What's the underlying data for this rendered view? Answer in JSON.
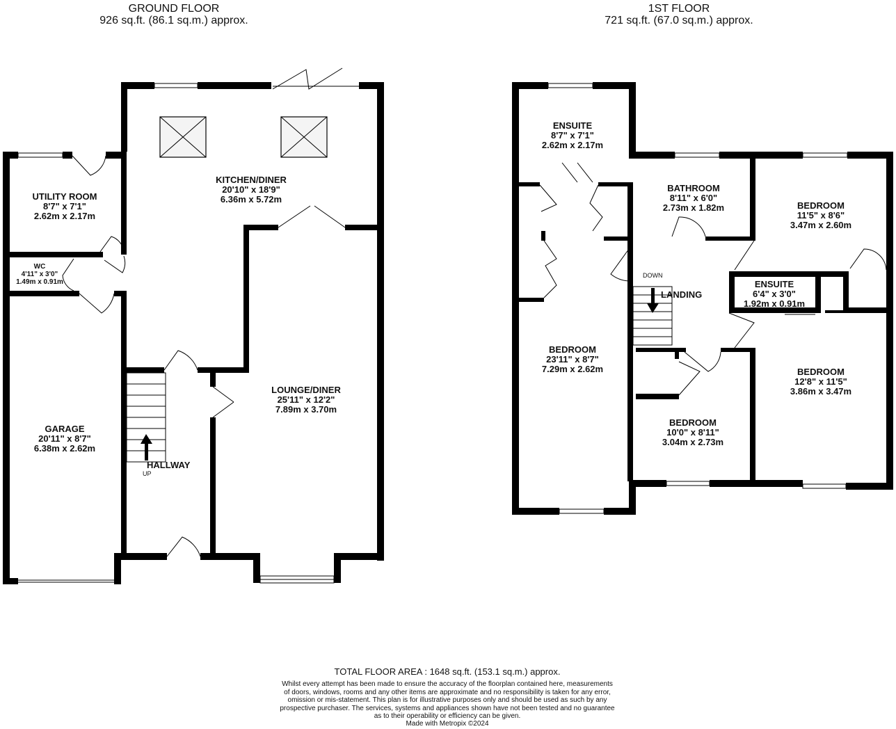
{
  "ground_floor": {
    "title": "GROUND FLOOR",
    "area": "926 sq.ft. (86.1 sq.m.) approx."
  },
  "first_floor": {
    "title": "1ST FLOOR",
    "area": "721 sq.ft. (67.0 sq.m.) approx."
  },
  "ground_rooms": {
    "utility": {
      "name": "UTILITY ROOM",
      "imperial": "8'7\"  x 7'1\"",
      "metric": "2.62m  x 2.17m"
    },
    "wc": {
      "name": "WC",
      "imperial": "4'11\"  x 3'0\"",
      "metric": "1.49m  x 0.91m"
    },
    "garage": {
      "name": "GARAGE",
      "imperial": "20'11\"  x 8'7\"",
      "metric": "6.38m  x 2.62m"
    },
    "kitchen": {
      "name": "KITCHEN/DINER",
      "imperial": "20'10\"  x 18'9\"",
      "metric": "6.36m  x 5.72m"
    },
    "lounge": {
      "name": "LOUNGE/DINER",
      "imperial": "25'11\"  x 12'2\"",
      "metric": "7.89m  x 3.70m"
    },
    "hallway": {
      "name": "HALLWAY"
    },
    "stairs_up": "UP"
  },
  "first_rooms": {
    "ensuite1": {
      "name": "ENSUITE",
      "imperial": "8'7\"  x 7'1\"",
      "metric": "2.62m  x 2.17m"
    },
    "bathroom": {
      "name": "BATHROOM",
      "imperial": "8'11\"  x 6'0\"",
      "metric": "2.73m  x 1.82m"
    },
    "bedroom_ne": {
      "name": "BEDROOM",
      "imperial": "11'5\"  x 8'6\"",
      "metric": "3.47m  x 2.60m"
    },
    "ensuite2": {
      "name": "ENSUITE",
      "imperial": "6'4\"  x 3'0\"",
      "metric": "1.92m  x 0.91m"
    },
    "bedroom_w": {
      "name": "BEDROOM",
      "imperial": "23'11\"  x 8'7\"",
      "metric": "7.29m  x 2.62m"
    },
    "bedroom_e": {
      "name": "BEDROOM",
      "imperial": "12'8\"  x 11'5\"",
      "metric": "3.86m  x 3.47m"
    },
    "bedroom_s": {
      "name": "BEDROOM",
      "imperial": "10'0\"  x 8'11\"",
      "metric": "3.04m  x 2.73m"
    },
    "landing": {
      "name": "LANDING"
    },
    "stairs_down": "DOWN"
  },
  "footer": {
    "total": "TOTAL FLOOR AREA : 1648 sq.ft. (153.1 sq.m.) approx.",
    "disclaimer": [
      "Whilst every attempt has been made to ensure the accuracy of the floorplan contained here, measurements",
      "of doors, windows, rooms and any other items are approximate and no responsibility is taken for any error,",
      "omission or mis-statement. This plan is for illustrative purposes only and should be used as such by any",
      "prospective purchaser. The services, systems and appliances shown have not been tested and no guarantee",
      "as to their operability or efficiency can be given."
    ],
    "credit": "Made with Metropix ©2024"
  }
}
